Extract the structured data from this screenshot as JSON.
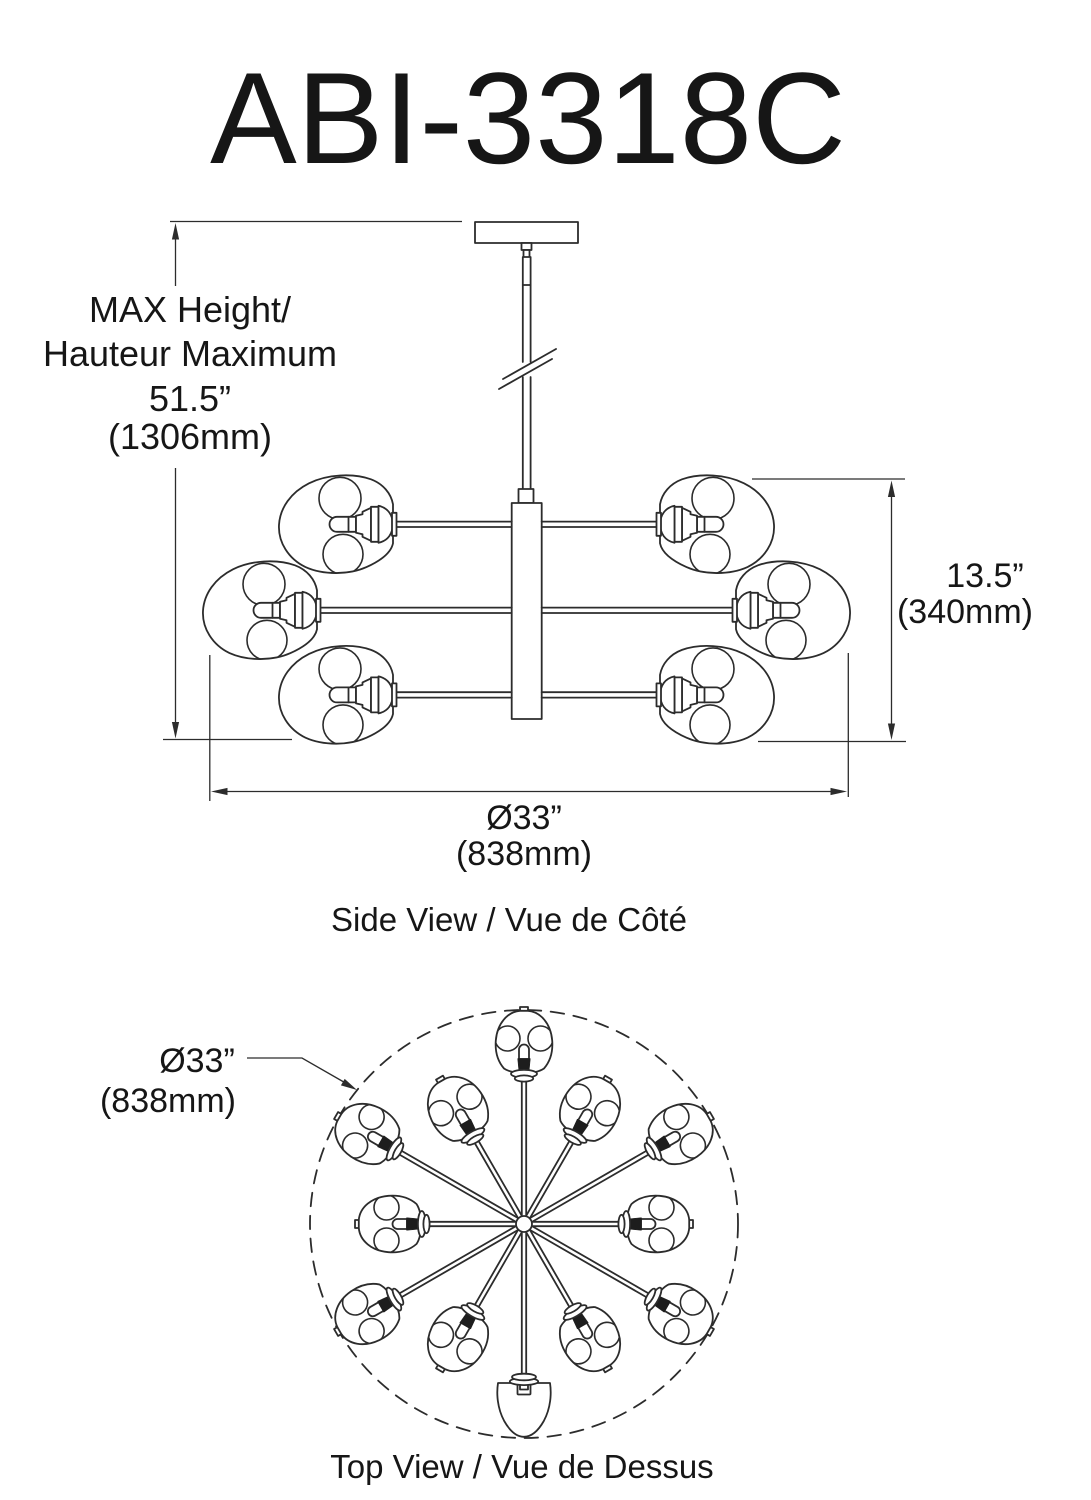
{
  "title": "ABI-3318C",
  "side_view": {
    "caption": "Side View / Vue de Côté",
    "max_height_label": {
      "lines": [
        "MAX Height/",
        "Hauteur Maximum",
        "51.5”",
        "(1306mm)"
      ]
    },
    "height_label": {
      "lines": [
        "13.5”",
        "(340mm)"
      ]
    },
    "diameter_label": {
      "lines": [
        "Ø33”",
        "(838mm)"
      ]
    }
  },
  "top_view": {
    "caption": "Top View / Vue de Dessus",
    "diameter_label": {
      "lines": [
        "Ø33”",
        "(838mm)"
      ]
    }
  },
  "style": {
    "line_color": "#2c2c2c",
    "background": "#ffffff"
  }
}
